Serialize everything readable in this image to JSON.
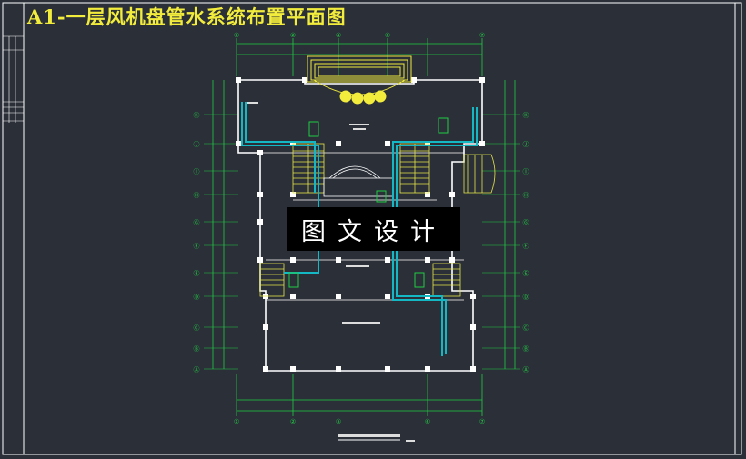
{
  "title": "A1-一层风机盘管水系统布置平面图",
  "watermark": "图文设计",
  "drawing": {
    "top_axes": [
      "①",
      "②",
      "④",
      "⑥",
      "⑦"
    ],
    "bottom_axes": [
      "①",
      "②",
      "⑤",
      "⑥",
      "⑦"
    ],
    "left_axes": [
      "Ⓐ",
      "Ⓑ",
      "Ⓒ",
      "Ⓓ",
      "Ⓔ",
      "Ⓕ",
      "Ⓖ",
      "Ⓗ",
      "Ⓘ",
      "Ⓙ",
      "Ⓚ"
    ],
    "right_axes": [
      "Ⓐ",
      "Ⓑ",
      "Ⓒ",
      "Ⓓ",
      "Ⓔ",
      "Ⓕ",
      "Ⓖ",
      "Ⓗ",
      "Ⓘ",
      "Ⓙ",
      "Ⓚ"
    ]
  },
  "colors": {
    "background": "#2a2f38",
    "border": "#ffffff",
    "title": "#f2ec3c",
    "walls": "#ffffff",
    "pipes": "#14b8c4",
    "stairs": "#e6e64a",
    "dims": "#22cc44"
  }
}
